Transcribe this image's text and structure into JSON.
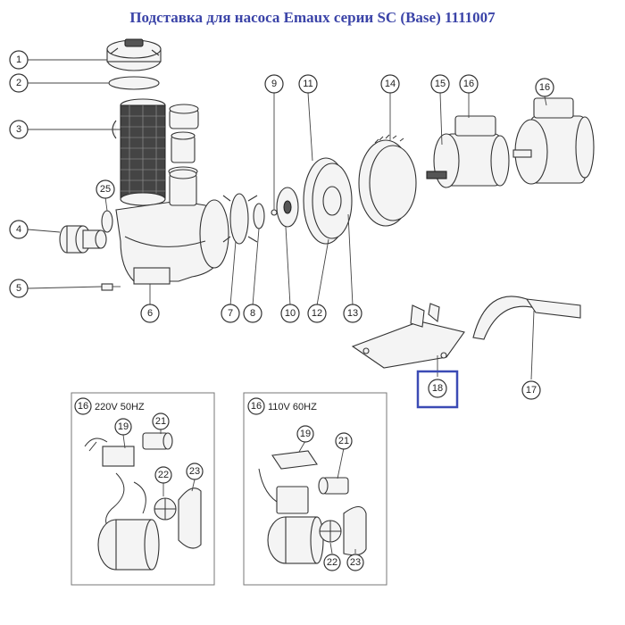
{
  "title": "Подставка для насоса Emaux серии SC (Base) 1111007",
  "highlight_color": "#3b4bb5",
  "title_color": "#3b44a8",
  "callouts": {
    "c1": "1",
    "c2": "2",
    "c3": "3",
    "c4": "4",
    "c5": "5",
    "c6": "6",
    "c7": "7",
    "c8": "8",
    "c9": "9",
    "c10": "10",
    "c11": "11",
    "c12": "12",
    "c13": "13",
    "c14": "14",
    "c15": "15",
    "c16a": "16",
    "c16b": "16",
    "c17": "17",
    "c18": "18",
    "c25": "25"
  },
  "inset_left": {
    "number": "16",
    "label": "220V 50HZ",
    "c19": "19",
    "c21": "21",
    "c22": "22",
    "c23": "23"
  },
  "inset_right": {
    "number": "16",
    "label": "110V 60HZ",
    "c19": "19",
    "c21": "21",
    "c22": "22",
    "c23": "23"
  }
}
